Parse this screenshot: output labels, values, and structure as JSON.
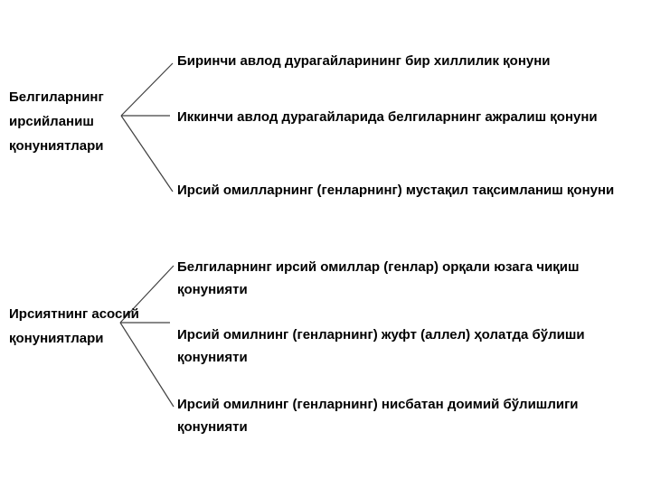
{
  "diagram": {
    "background_color": "#ffffff",
    "text_color": "#000000",
    "line_color": "#404040",
    "sections": [
      {
        "root_label": "Белгиларнинг\nирсийланиш\nқонуниятлари",
        "items": [
          "Биринчи авлод дурагайларининг бир хиллилик қонуни",
          "Иккинчи авлод дурагайларида белгиларнинг ажралиш қонуни",
          "Ирсий омилларнинг (генларнинг) мустақил тақсимланиш қонуни"
        ]
      },
      {
        "root_label": "Ирсиятнинг асосий\nқонуниятлари",
        "items": [
          "Белгиларнинг ирсий омиллар (генлар) орқали юзага чиқиш\nқонунияти",
          "Ирсий омилнинг (генларнинг) жуфт (аллел) ҳолатда бўлиши\nқонунияти",
          "Ирсий омилнинг (генларнинг) нисбатан доимий бўлишлиги\nқонунияти"
        ]
      }
    ]
  }
}
